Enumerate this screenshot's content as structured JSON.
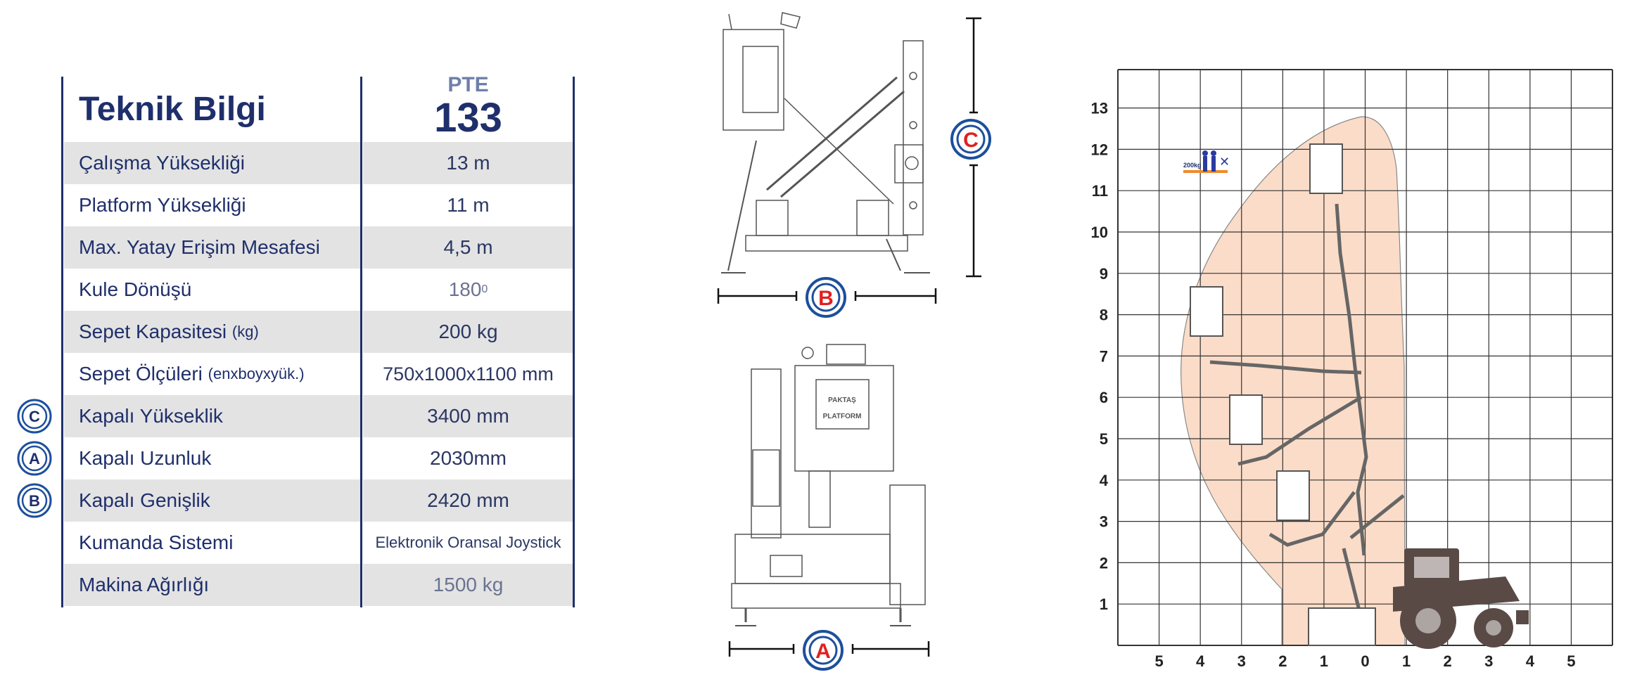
{
  "table": {
    "title": "Teknik Bilgi",
    "model_prefix": "PTE",
    "model_number": "133",
    "rows": [
      {
        "label": "Çalışma Yüksekliği",
        "value": "13 m"
      },
      {
        "label": "Platform Yüksekliği",
        "value": "11 m"
      },
      {
        "label": "Max. Yatay Erişim Mesafesi",
        "value": "4,5 m"
      },
      {
        "label": "Kule Dönüşü",
        "value": "180",
        "value_sup": "0"
      },
      {
        "label": "Sepet Kapasitesi",
        "label_sub": "(kg)",
        "value": "200 kg"
      },
      {
        "label": "Sepet Ölçüleri",
        "label_sub": "(enxboyxyük.)",
        "value": "750x1000x1100 mm"
      },
      {
        "label": "Kapalı Yükseklik",
        "value": "3400 mm",
        "badge": "C"
      },
      {
        "label": "Kapalı Uzunluk",
        "value": "2030mm",
        "badge": "A"
      },
      {
        "label": "Kapalı Genişlik",
        "value": "2420 mm",
        "badge": "B"
      },
      {
        "label": "Kumanda Sistemi",
        "value": "Elektronik Oransal Joystick"
      },
      {
        "label": "Makina Ağırlığı",
        "value": "1500 kg"
      }
    ]
  },
  "dimensions": {
    "height_marker": "C",
    "width_marker": "B",
    "length_marker": "A"
  },
  "plate_text": {
    "line1": "PAKTAŞ",
    "line2": "PLATFORM"
  },
  "chart": {
    "y_ticks": [
      "1",
      "2",
      "3",
      "4",
      "5",
      "6",
      "7",
      "8",
      "9",
      "10",
      "11",
      "12",
      "13"
    ],
    "x_ticks": [
      "5",
      "4",
      "3",
      "2",
      "1",
      "0",
      "1",
      "2",
      "3",
      "4",
      "5"
    ],
    "capacity_label": "200kg"
  },
  "colors": {
    "navy": "#1f2f6b",
    "envelope": "#fbdcc8",
    "marker_red": "#e02020",
    "marker_blue": "#1d4f9c",
    "capacity_bar": "#f08a2c"
  }
}
